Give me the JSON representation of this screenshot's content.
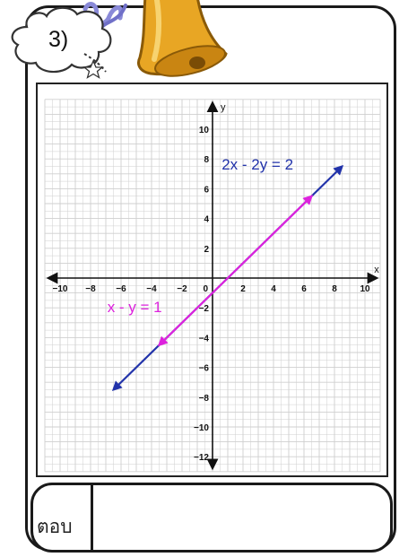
{
  "problem": {
    "number_label": "3)"
  },
  "answer": {
    "label": "ตอบ"
  },
  "colors": {
    "line_blue": "#2233aa",
    "line_magenta": "#dd22dd",
    "grid": "#cfcfcf",
    "axis": "#111111"
  },
  "icons": [
    "cloud-icon",
    "bell-icon",
    "star-icon",
    "ribbon-icon"
  ],
  "chart_data": {
    "type": "line",
    "xlabel": "x",
    "ylabel": "y",
    "xlim": [
      -11,
      11
    ],
    "ylim": [
      -13,
      12
    ],
    "x_ticks": [
      -10,
      -8,
      -6,
      -4,
      -2,
      2,
      4,
      6,
      8,
      10
    ],
    "x_tick_labels": [
      "−10",
      "−8",
      "−6",
      "−4",
      "−2",
      "2",
      "4",
      "6",
      "8",
      "10"
    ],
    "y_ticks": [
      10,
      8,
      6,
      4,
      2,
      -2,
      -4,
      -6,
      -8,
      -10,
      -12
    ],
    "y_tick_labels": [
      "10",
      "8",
      "6",
      "4",
      "2",
      "−2",
      "−4",
      "−6",
      "−8",
      "−10",
      "−12"
    ],
    "origin_label": "0",
    "grid": true,
    "series": [
      {
        "name": "2x - 2y = 2",
        "color": "#2233aa",
        "x": [
          -6.5,
          8.5
        ],
        "y": [
          -7.5,
          7.5
        ]
      },
      {
        "name": "x - y = 1",
        "color": "#dd22dd",
        "x": [
          -3.5,
          6.5
        ],
        "y": [
          -4.5,
          5.5
        ]
      }
    ]
  }
}
